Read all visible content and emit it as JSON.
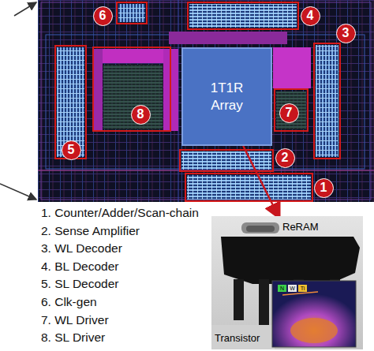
{
  "diagram": {
    "nodes": [
      {
        "text": [
          "6"
        ]
      },
      {
        "text": [
          "4"
        ]
      },
      {
        "text": [
          "3"
        ]
      },
      {
        "text": [
          "1T1R Array"
        ]
      },
      {
        "text": [
          "8"
        ]
      },
      {
        "text": [
          "7"
        ]
      },
      {
        "text": [
          "5"
        ]
      },
      {
        "text": [
          "2"
        ]
      },
      {
        "text": [
          "1"
        ]
      },
      {
        "text": [
          "ReRAM",
          "Transistor"
        ]
      }
    ],
    "edges": [
      {
        "from": 3,
        "to": 9,
        "arrow": "to"
      }
    ],
    "labels": [
      "1. Counter/Adder/Scan-chain",
      "2. Sense Amplifier",
      "3. WL Decoder",
      "4. BL Decoder",
      "5. SL Decoder",
      "6. Clk-gen",
      "7. WL Driver",
      "8. SL Driver",
      "N",
      "W",
      "Ti"
    ]
  }
}
